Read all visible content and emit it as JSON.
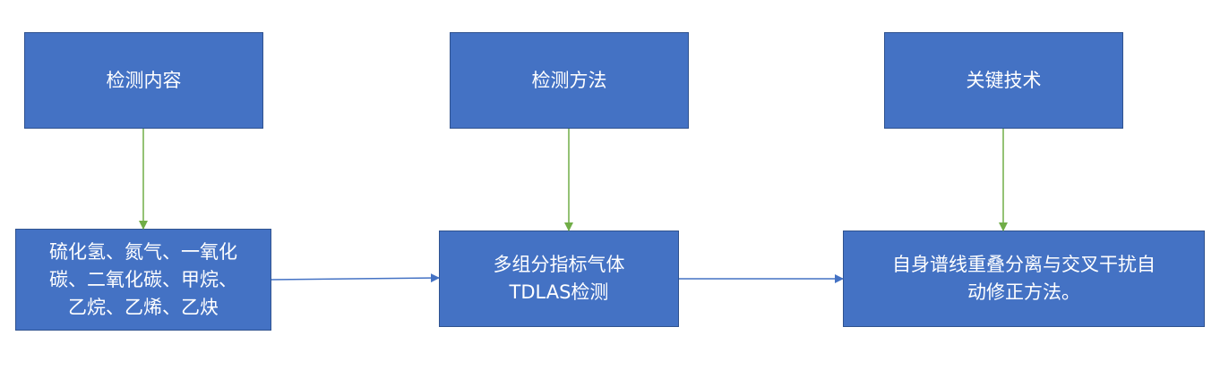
{
  "colors": {
    "box_fill": "#4472C4",
    "box_border": "#2F528F",
    "box_text": "#FFFFFF",
    "vertical_arrow": "#70AD47",
    "horizontal_arrow": "#4472C4"
  },
  "headers": {
    "content": "检测内容",
    "method": "检测方法",
    "technology": "关键技术"
  },
  "details": {
    "content_lines": [
      "硫化氢、氮气、一氧化",
      "碳、二氧化碳、甲烷、",
      "乙烷、乙烯、乙炔"
    ],
    "method_lines": [
      "多组分指标气体",
      "TDLAS检测"
    ],
    "technology_lines": [
      "自身谱线重叠分离与交叉干扰自",
      "动修正方法。"
    ]
  }
}
